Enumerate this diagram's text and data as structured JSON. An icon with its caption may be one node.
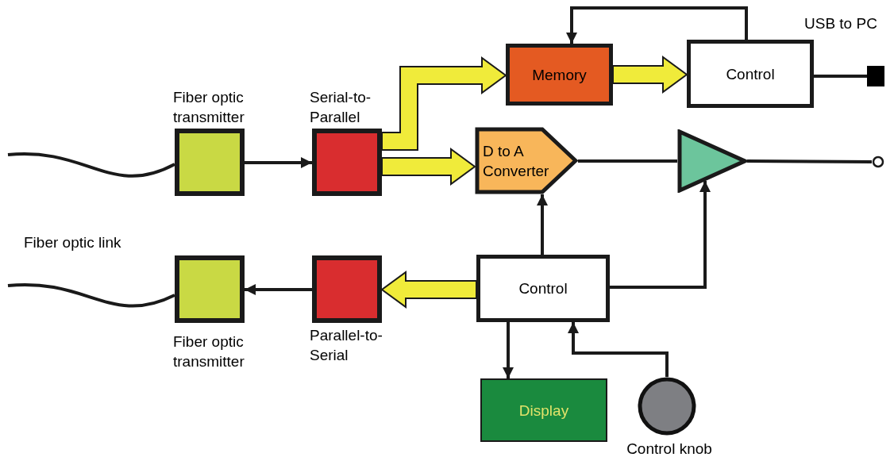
{
  "diagram": {
    "nodes": [
      {
        "text": [
          "Fiber optic transmitter"
        ]
      },
      {
        "text": [
          "Serial-to-Parallel"
        ]
      },
      {
        "text": [
          "Memory"
        ]
      },
      {
        "text": [
          "Control"
        ]
      },
      {
        "text": [
          "D to A Converter"
        ]
      },
      {
        "text": [],
        "shape": "triangle"
      },
      {
        "text": [],
        "shape": "circle"
      },
      {
        "text": [],
        "shape": "box"
      },
      {
        "text": [
          "Fiber optic transmitter"
        ]
      },
      {
        "text": [
          "Parallel-to-Serial"
        ]
      },
      {
        "text": [
          "Control"
        ]
      },
      {
        "text": [
          "Display"
        ]
      },
      {
        "text": [
          "Control knob"
        ]
      }
    ],
    "edges": [
      {
        "from": null,
        "to": 0,
        "arrow": "none"
      },
      {
        "from": 0,
        "to": 1,
        "arrow": "to"
      },
      {
        "from": 1,
        "to": 2,
        "arrow": "to",
        "style": "thick",
        "color": "#f0eb3a"
      },
      {
        "from": 1,
        "to": 4,
        "arrow": "to",
        "style": "thick",
        "color": "#f0eb3a"
      },
      {
        "from": 2,
        "to": 3,
        "arrow": "to",
        "style": "thick",
        "color": "#f0eb3a"
      },
      {
        "from": 3,
        "to": 2,
        "arrow": "to"
      },
      {
        "from": 3,
        "to": 7,
        "arrow": "none"
      },
      {
        "from": 4,
        "to": 5,
        "arrow": "none"
      },
      {
        "from": 5,
        "to": 6,
        "arrow": "none"
      },
      {
        "from": null,
        "to": 8,
        "arrow": "none"
      },
      {
        "from": 9,
        "to": 8,
        "arrow": "to"
      },
      {
        "from": 10,
        "to": 9,
        "arrow": "to",
        "style": "thick",
        "color": "#f0eb3a"
      },
      {
        "from": 10,
        "to": 4,
        "arrow": "to"
      },
      {
        "from": 10,
        "to": 5,
        "arrow": "to"
      },
      {
        "from": 10,
        "to": 11,
        "arrow": "to"
      },
      {
        "from": 12,
        "to": 10,
        "arrow": "to"
      }
    ],
    "labels": [
      "USB to PC",
      "Fiber optic link"
    ]
  }
}
